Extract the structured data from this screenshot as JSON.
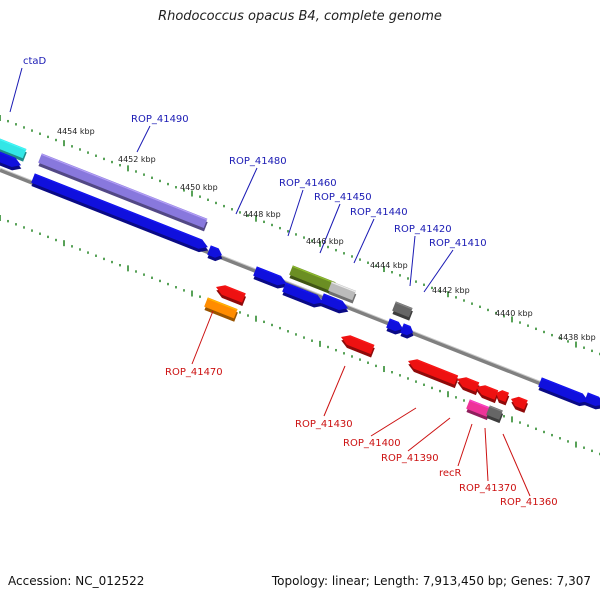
{
  "title": "Rhodococcus opacus B4, complete genome",
  "accession": "Accession: NC_012522",
  "topology": "Topology: linear; Length: 7,913,450 bp; Genes: 7,307",
  "kbp_ticks": [
    "4454 kbp",
    "4452 kbp",
    "4450 kbp",
    "4448 kbp",
    "4446 kbp",
    "4444 kbp",
    "4442 kbp",
    "4440 kbp",
    "4438 kbp"
  ],
  "gene_labels_top": [
    "ctaD",
    "ROP_41490",
    "ROP_41480",
    "ROP_41460",
    "ROP_41450",
    "ROP_41440",
    "ROP_41420",
    "ROP_41410"
  ],
  "gene_labels_bottom": [
    "ROP_41470",
    "ROP_41430",
    "ROP_41400",
    "ROP_41390",
    "recR",
    "ROP_41370",
    "ROP_41360"
  ],
  "colors": {
    "forward_label": "#1a1ab4",
    "reverse_label": "#cc1111",
    "forward_gene": "#1010dd",
    "reverse_gene": "#ee1111",
    "cyan_gene": "#33e6e6",
    "lavender_gene": "#8878dd",
    "olive_gene": "#6b8e23",
    "gray_gene": "#bbbbbb",
    "dark_gray_gene": "#666666",
    "orange_gene": "#ff8c00",
    "magenta_gene": "#ee3399",
    "tick_green": "#2e8b2e",
    "axis": "#808080"
  }
}
